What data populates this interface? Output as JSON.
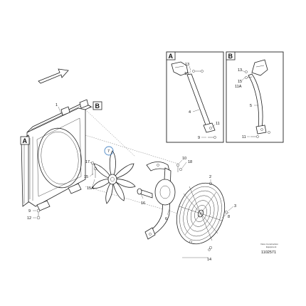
{
  "detail_a": {
    "letter": "A",
    "labels": {
      "13": "13",
      "10": "10",
      "4": "4",
      "11": "11",
      "9": "9"
    }
  },
  "detail_b": {
    "letter": "B",
    "labels": {
      "13": "13",
      "15": "15",
      "11a": "11A",
      "5": "5",
      "11": "11"
    }
  },
  "callouts": {
    "b": "B",
    "a": "A",
    "p1": "1",
    "p7": "7",
    "p10": "10",
    "p18": "18",
    "p17": "17",
    "p15": "15",
    "p15a": "15A",
    "p16": "16",
    "p2": "2",
    "p3": "3",
    "p6": "6",
    "p9": "9",
    "p12": "12",
    "p8": "8",
    "p14": "14"
  },
  "credit": {
    "line1": "Volvo Construction",
    "line2": "Equipment"
  },
  "figure_number": "1102571"
}
